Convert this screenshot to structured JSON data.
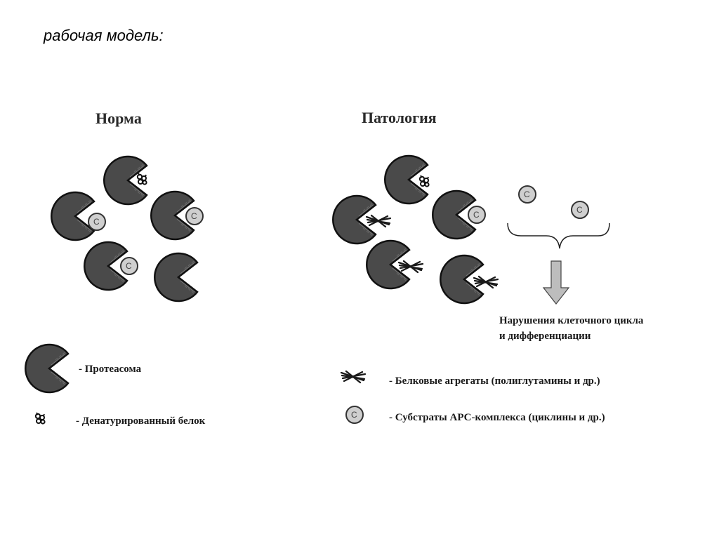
{
  "page_title": "рабочая модель:",
  "normal": {
    "title": "Норма"
  },
  "pathology": {
    "title": "Патология"
  },
  "substrate_letter": "C",
  "outcome": {
    "line1": "Нарушения клеточного цикла",
    "line2": "и дифференциации"
  },
  "legend": {
    "proteasome": "- Протеасома",
    "denatured_protein": "- Денатурированный белок",
    "aggregates": "- Белковые агрегаты (полиглутамины и др.)",
    "apc_substrates": "- Субстраты АРС-комплекса (циклины и др.)"
  },
  "colors": {
    "proteasome": "#4a4a4a",
    "substrate": "#cfcfcf",
    "arrow": "#bdbdbd"
  }
}
